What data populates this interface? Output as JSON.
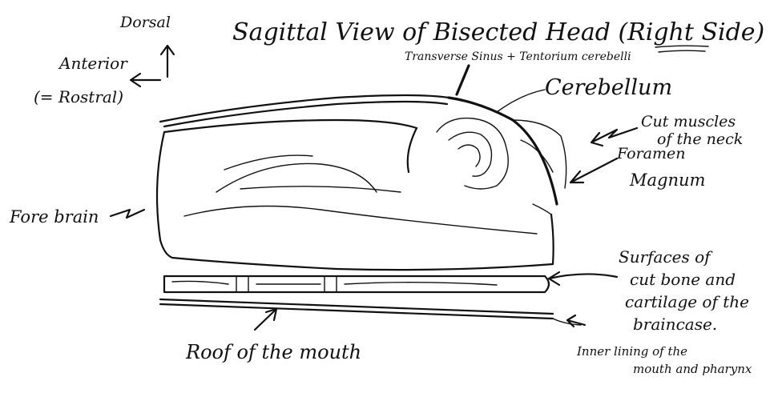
{
  "title": "Sagittal View of Bisected Head (Right Side)",
  "orientation": {
    "dorsal": "Dorsal",
    "anterior": "Anterior",
    "rostral": "(= Rostral)"
  },
  "labels": {
    "transverse_sinus": "Transverse Sinus + Tentorium cerebelli",
    "cerebellum": "Cerebellum",
    "cut_muscles_line1": "Cut muscles",
    "cut_muscles_line2": "of the neck",
    "foramen_line1": "Foramen",
    "foramen_line2": "Magnum",
    "forebrain": "Fore brain",
    "surfaces_line1": "Surfaces of",
    "surfaces_line2": "cut bone and",
    "surfaces_line3": "cartilage of the",
    "surfaces_line4": "braincase.",
    "roof": "Roof of the mouth",
    "inner_line1": "Inner lining of the",
    "inner_line2": "mouth and pharynx"
  }
}
